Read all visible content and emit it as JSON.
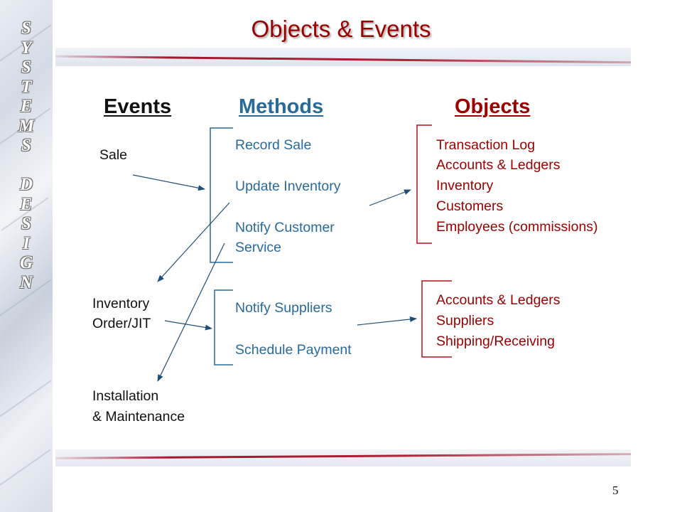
{
  "title": "Objects & Events",
  "sidebar_letters": [
    "S",
    "Y",
    "S",
    "T",
    "E",
    "M",
    "S",
    " ",
    "D",
    "E",
    "S",
    "I",
    "G",
    "N"
  ],
  "headers": {
    "events": "Events",
    "methods": "Methods",
    "objects": "Objects"
  },
  "events": [
    "Sale",
    "Inventory",
    "Order/JIT",
    "Installation",
    "& Maintenance"
  ],
  "methods_group1": [
    "Record Sale",
    "Update Inventory",
    "Notify Customer",
    "Service"
  ],
  "methods_group2": [
    "Notify Suppliers",
    "Schedule Payment"
  ],
  "objects_group1": [
    "Transaction Log",
    "Accounts & Ledgers",
    "Inventory",
    "Customers",
    "Employees (commissions)"
  ],
  "objects_group2": [
    "Accounts & Ledgers",
    "Suppliers",
    "Shipping/Receiving"
  ],
  "page_number": "5",
  "colors": {
    "title": "#990000",
    "events": "#111111",
    "methods": "#2a6a9a",
    "objects": "#990000",
    "arrow": "#1f4e79"
  }
}
